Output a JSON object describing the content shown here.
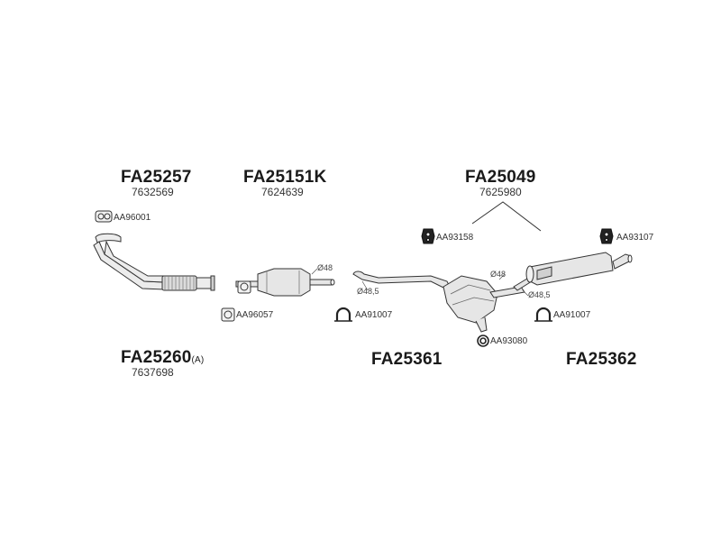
{
  "groups": [
    {
      "code": "FA25257",
      "number": "7632569"
    },
    {
      "code": "FA25151K",
      "number": "7624639"
    },
    {
      "code": "FA25049",
      "number": "7625980"
    },
    {
      "code": "FA25260",
      "suffix": "(A)",
      "number": "7637698"
    },
    {
      "code": "FA25361"
    },
    {
      "code": "FA25362"
    }
  ],
  "accessories": [
    {
      "ref": "AA96001",
      "icon": "gasket-icon"
    },
    {
      "ref": "AA96057",
      "icon": "gasket-icon"
    },
    {
      "ref": "AA93158",
      "icon": "rubber-mount-icon"
    },
    {
      "ref": "AA93107",
      "icon": "rubber-mount-icon"
    },
    {
      "ref": "AA91007",
      "icon": "clamp-icon"
    },
    {
      "ref": "AA91007",
      "icon": "clamp-icon"
    },
    {
      "ref": "AA93080",
      "icon": "ring-icon"
    }
  ],
  "dimensions": [
    "Ø48",
    "Ø48,5",
    "Ø48",
    "Ø48,5"
  ],
  "colors": {
    "line": "#333333",
    "fill": "#e6e6e6",
    "text": "#1a1a1a"
  }
}
